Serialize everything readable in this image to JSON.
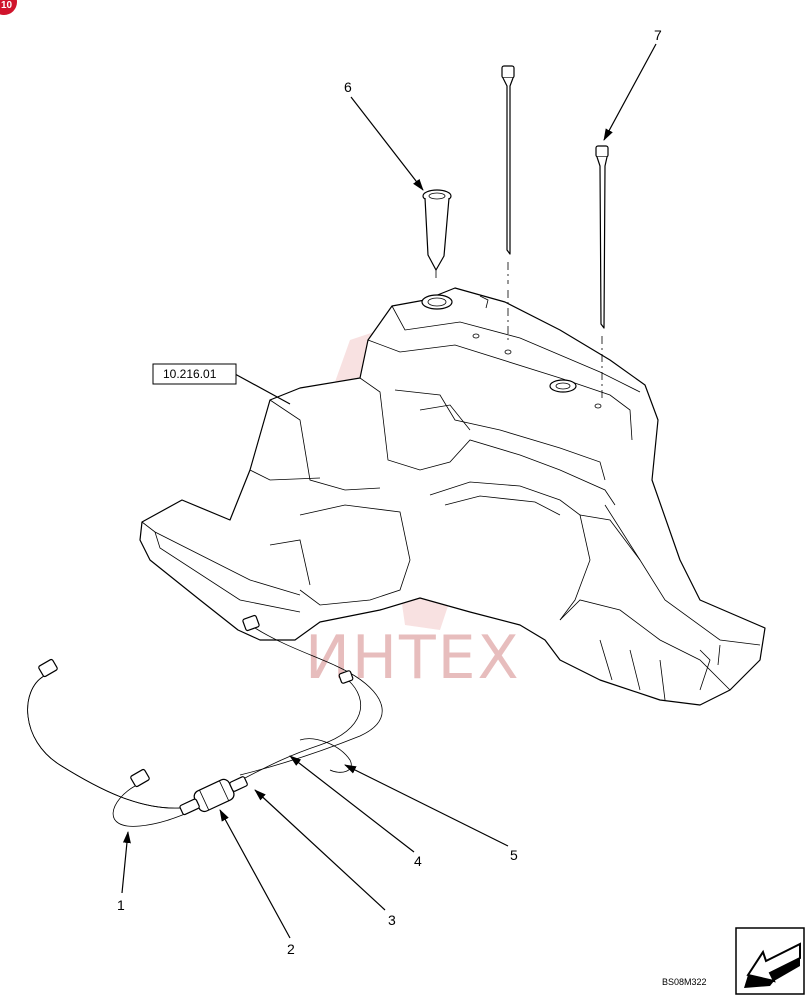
{
  "corner_badge": {
    "text": "10",
    "color": "#d0142c"
  },
  "reference_label": "10.216.01",
  "watermark_text": "ИНТЕХ",
  "watermark_color": "#e7bdbd",
  "drawing_code": "BS08M322",
  "callouts": [
    "1",
    "2",
    "3",
    "4",
    "5",
    "6",
    "7"
  ],
  "nav_icon": "arrow-left-down-icon"
}
